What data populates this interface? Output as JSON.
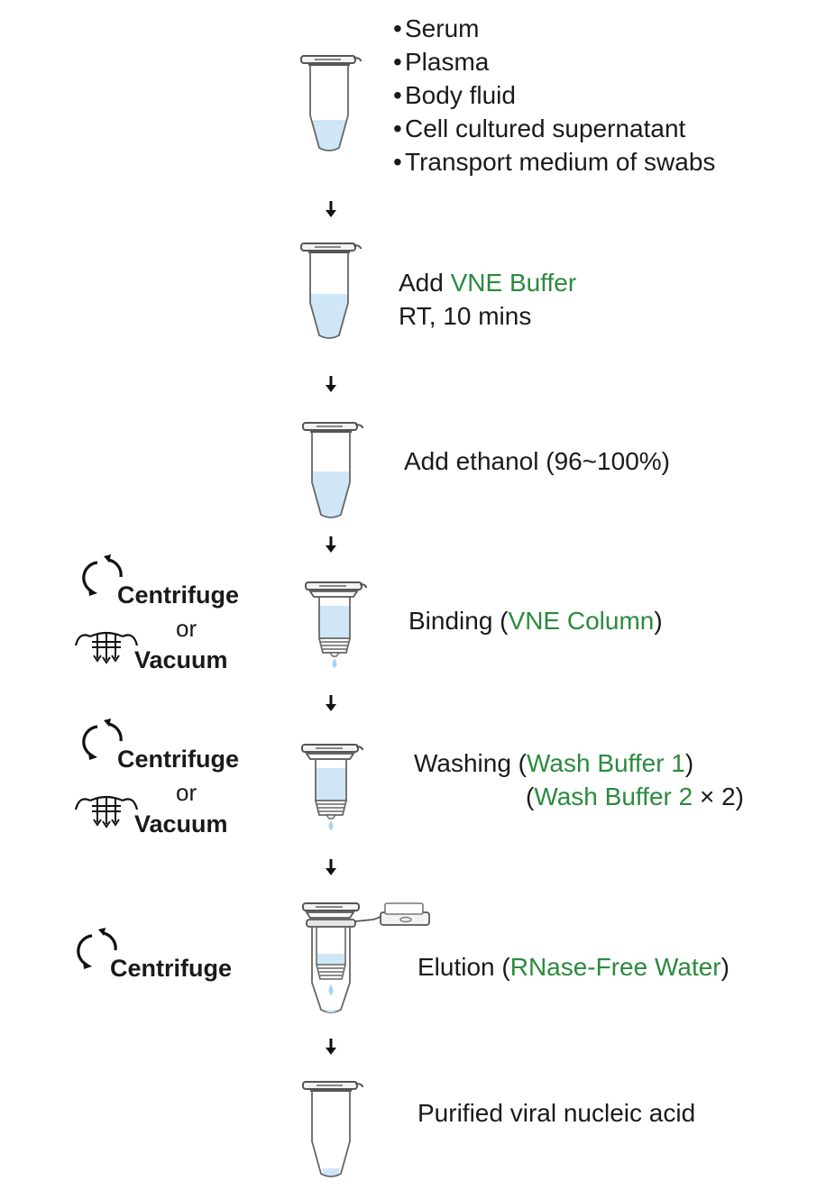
{
  "samples": [
    "Serum",
    "Plasma",
    "Body fluid",
    "Cell cultured supernatant",
    "Transport medium of swabs"
  ],
  "bullet": "•",
  "step_buffer": {
    "prefix": "Add ",
    "reagent": "VNE Buffer",
    "condition": "RT, 10 mins"
  },
  "step_ethanol": {
    "text": "Add ethanol (96~100%)"
  },
  "step_binding": {
    "prefix": "Binding (",
    "reagent": "VNE Column",
    "suffix": ")"
  },
  "step_washing": {
    "prefix": "Washing (",
    "reagent1": "Wash Buffer 1",
    "suffix1": ")",
    "open2": "(",
    "reagent2": "Wash Buffer 2",
    "suffix2": " × 2)"
  },
  "step_elution": {
    "prefix": "Elution (",
    "reagent": "RNase-Free Water",
    "suffix": ")"
  },
  "step_final": {
    "text": "Purified viral nucleic acid"
  },
  "methods": {
    "centrifuge": "Centrifuge",
    "or": "or",
    "vacuum": "Vacuum"
  },
  "colors": {
    "reagent": "#2b8a3e",
    "liquid": "#cfe6f7",
    "text": "#1a1a1a"
  }
}
